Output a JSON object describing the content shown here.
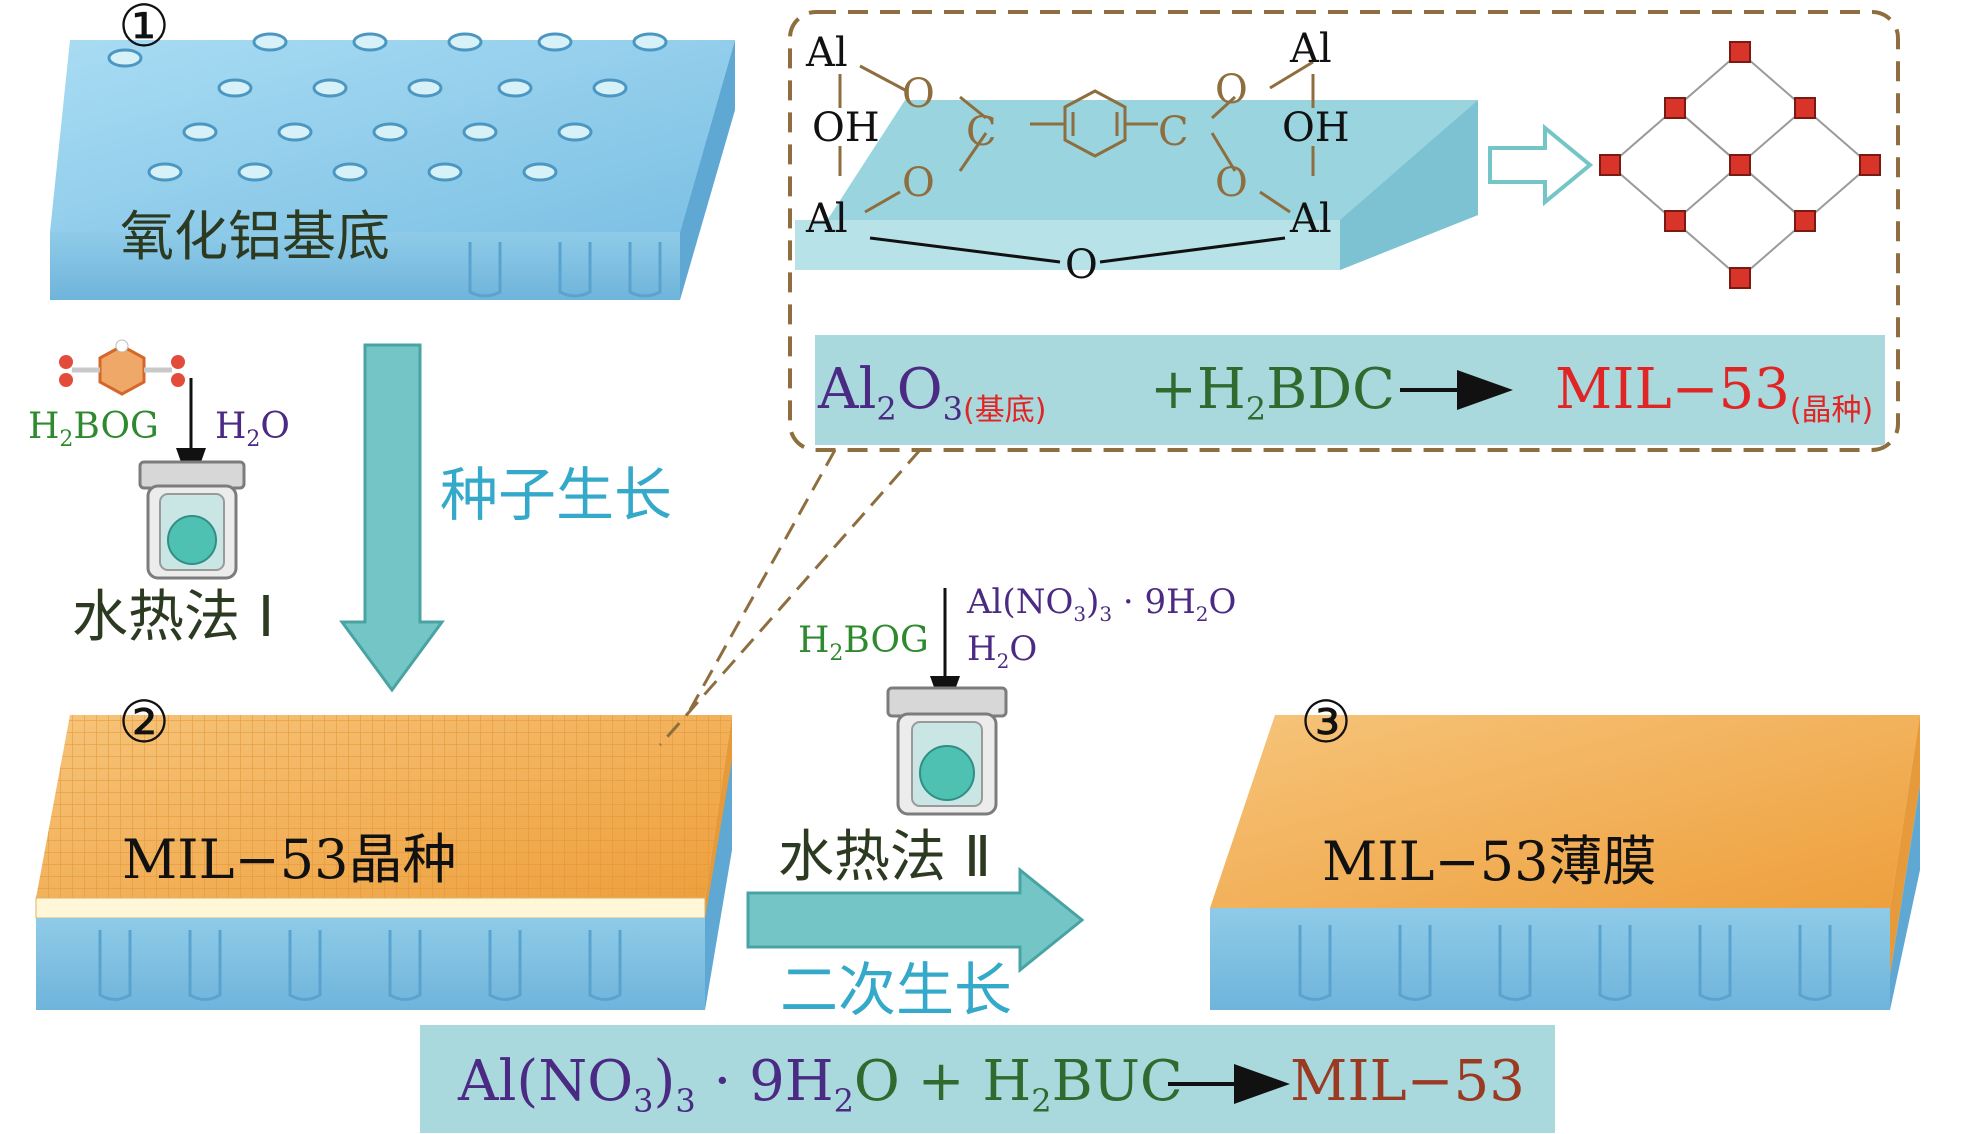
{
  "colors": {
    "substrate_blue": "#7fc3e6",
    "seed_orange": "#f2a94a",
    "arrow_teal": "#74c6c6",
    "teal_text": "#35a9c9",
    "green_text": "#2f8a2f",
    "purple_text": "#4b2a83",
    "red_text": "#e02525",
    "brown_dash": "#8e6e3e",
    "ink_dark": "#2d3a22"
  },
  "steps": {
    "step1": {
      "marker": "①",
      "label": "氧化铝基底"
    },
    "step2": {
      "marker": "②",
      "label": "MIL−53晶种"
    },
    "step3": {
      "marker": "③",
      "label": "MIL−53薄膜"
    }
  },
  "seed_growth": {
    "arrow_label": "种子生长",
    "reagent_left_main": "H",
    "reagent_left_sub": "2",
    "reagent_left_rest": "BOG",
    "reagent_right_main": "H",
    "reagent_right_sub": "2",
    "reagent_right_rest": "O",
    "method": "水热法 Ⅰ"
  },
  "secondary_growth": {
    "arrow_label": "二次生长",
    "reagent_left_main": "H",
    "reagent_left_sub": "2",
    "reagent_left_rest": "BOG",
    "salt_a": "Al(NO",
    "salt_sub1": "3",
    "salt_b": ")",
    "salt_sub2": "3",
    "salt_c": " · 9H",
    "salt_sub3": "2",
    "salt_d": "O",
    "water_main": "H",
    "water_sub": "2",
    "water_rest": "O",
    "method": "水热法 Ⅱ"
  },
  "inset": {
    "atoms": {
      "al": "Al",
      "oh": "OH",
      "o": "O",
      "c": "C"
    },
    "equation": {
      "part1_main": "Al",
      "part1_sub": "2",
      "part1_o": "O",
      "part1_sub2": "3",
      "part1_note": "(基底)",
      "part2_main": "+H",
      "part2_sub": "2",
      "part2_rest": "BDC",
      "product_main": "MIL−53",
      "product_note": "(晶种)"
    }
  },
  "bottom_equation": {
    "a": "Al(NO",
    "sub1": "3",
    "b": ")",
    "sub2": "3",
    "c": " · 9H",
    "sub3": "2",
    "d": "O + H",
    "sub4": "2",
    "e": "BUC",
    "product": "MIL−53"
  }
}
